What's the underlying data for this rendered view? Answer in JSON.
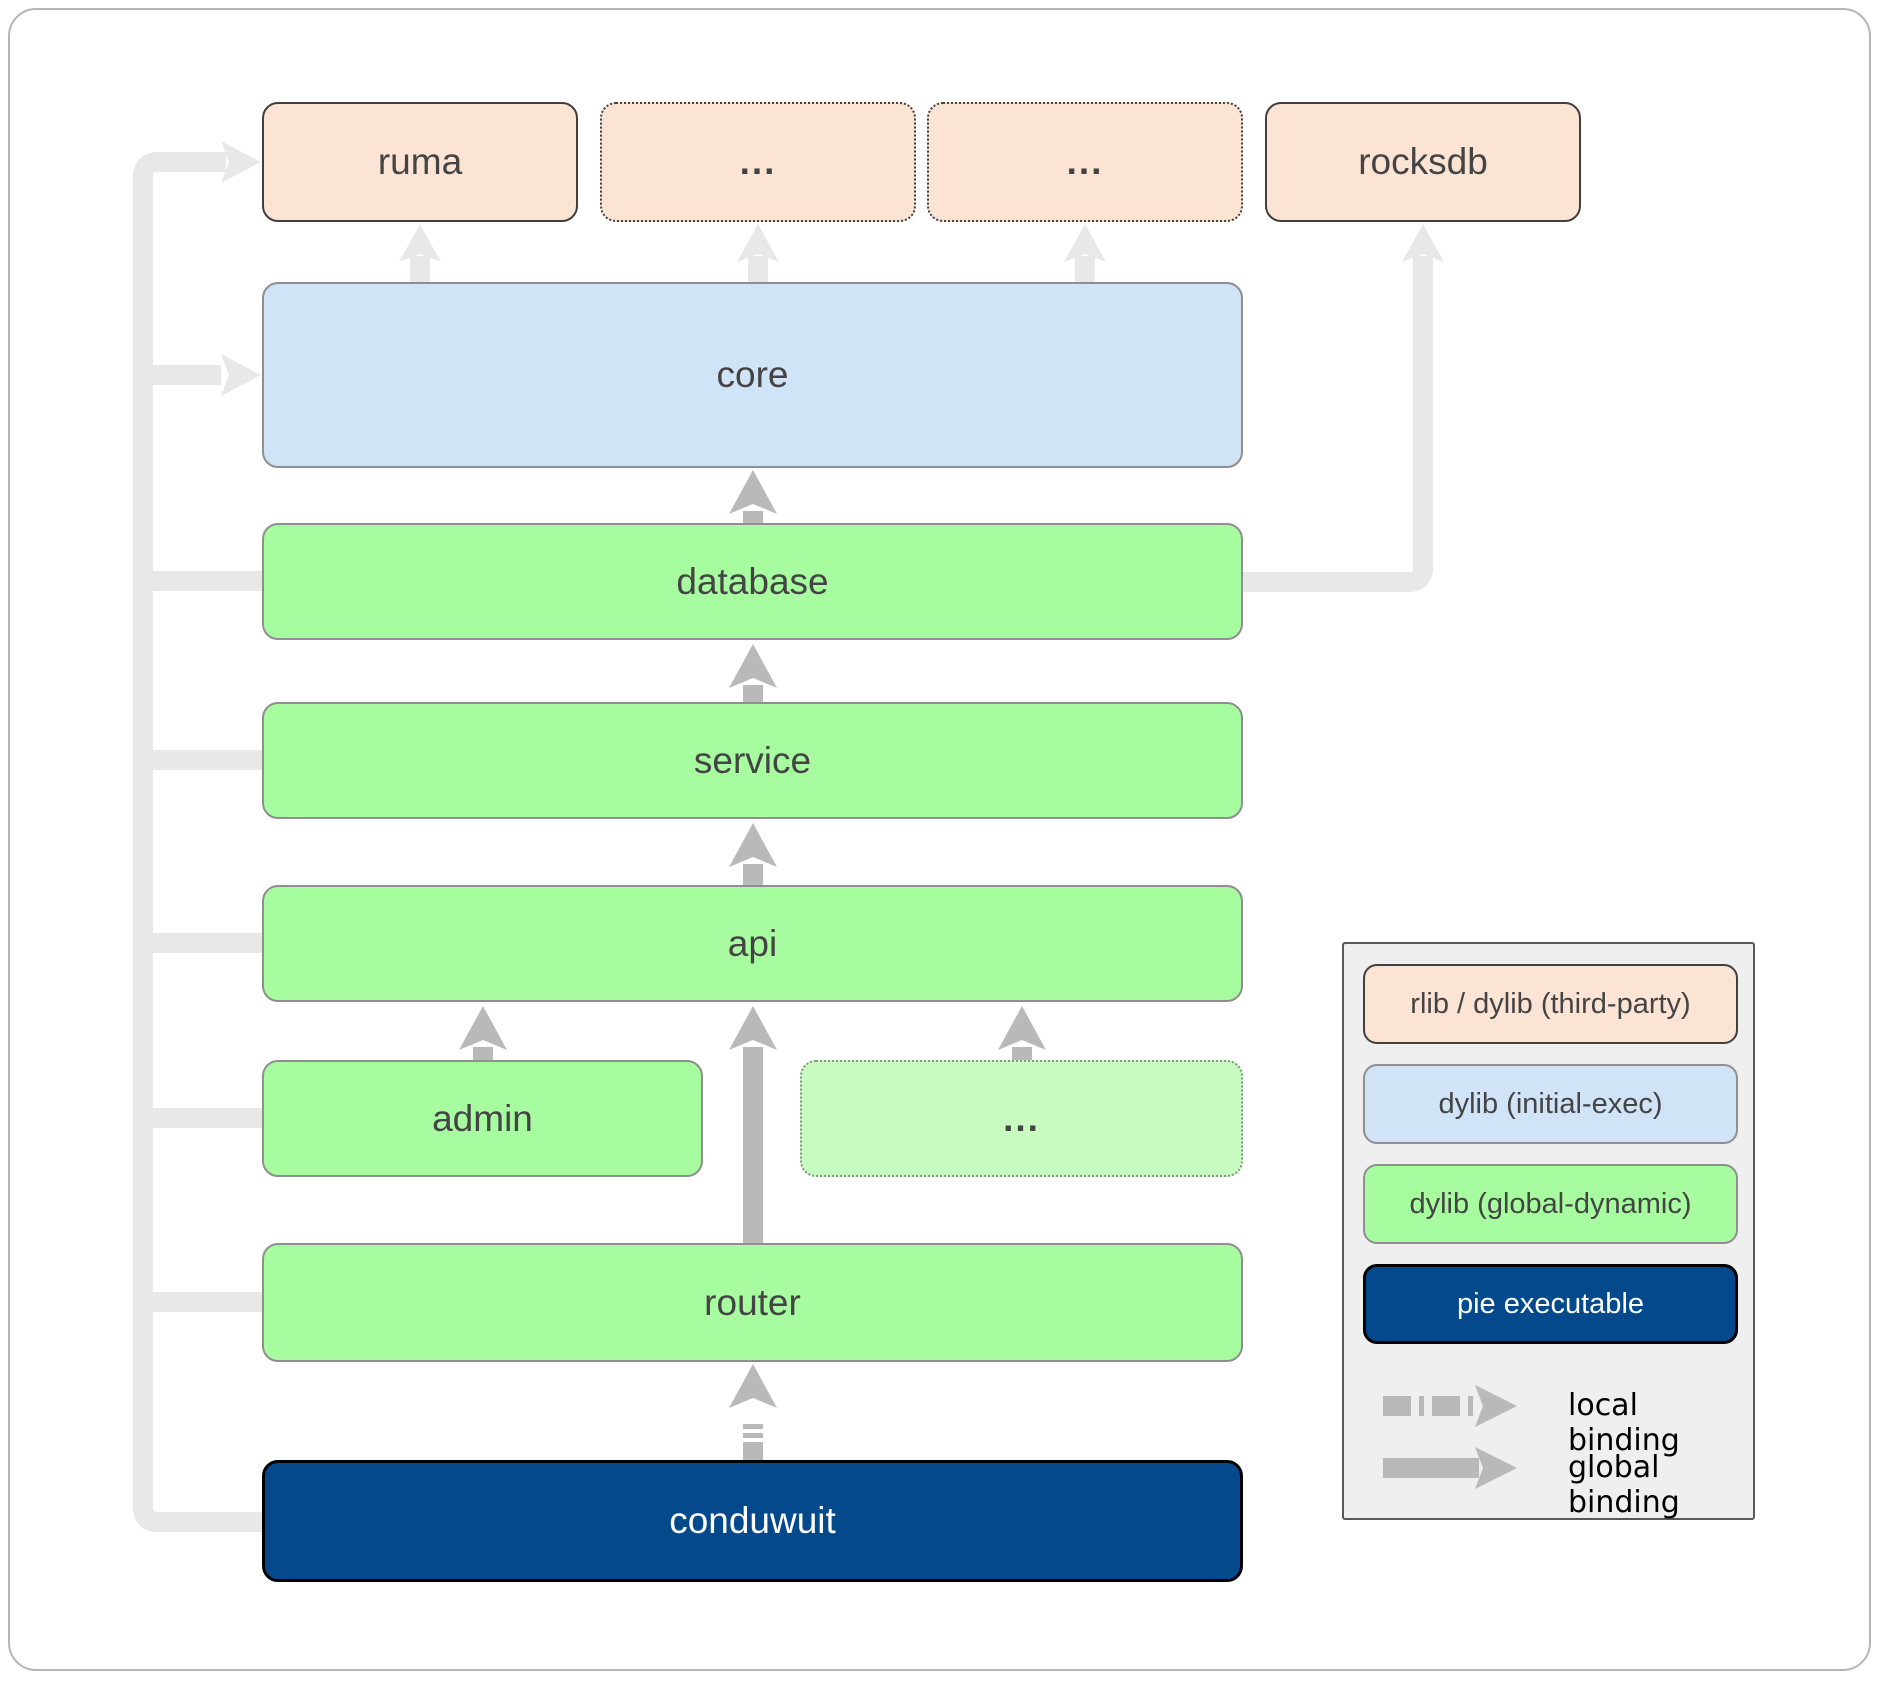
{
  "diagram": {
    "nodes": {
      "ruma": "ruma",
      "third_party_more_1": "...",
      "third_party_more_2": "...",
      "rocksdb": "rocksdb",
      "core": "core",
      "database": "database",
      "service": "service",
      "api": "api",
      "admin": "admin",
      "api_more": "...",
      "router": "router",
      "conduwuit": "conduwuit"
    }
  },
  "legend": {
    "items": [
      {
        "label": "rlib / dylib (third-party)",
        "type": "third-party"
      },
      {
        "label": "dylib (initial-exec)",
        "type": "initial-exec"
      },
      {
        "label": "dylib (global-dynamic)",
        "type": "global-dynamic"
      },
      {
        "label": "pie executable",
        "type": "pie-executable"
      }
    ],
    "bindings": [
      {
        "label": "local binding",
        "style": "dashed"
      },
      {
        "label": "global binding",
        "style": "solid"
      }
    ]
  },
  "colors": {
    "third-party-fill": "#fce4d4",
    "initial-exec-fill": "#d0e3f7",
    "global-dynamic-fill": "#a6fc9e",
    "global-dynamic-light-fill": "#c7fdc0",
    "pie-fill": "#04498c",
    "pie-text": "#ffffff",
    "node-text": "#444444",
    "arrow-strong": "#b9b9b9",
    "arrow-faded": "#e8e8e8"
  }
}
